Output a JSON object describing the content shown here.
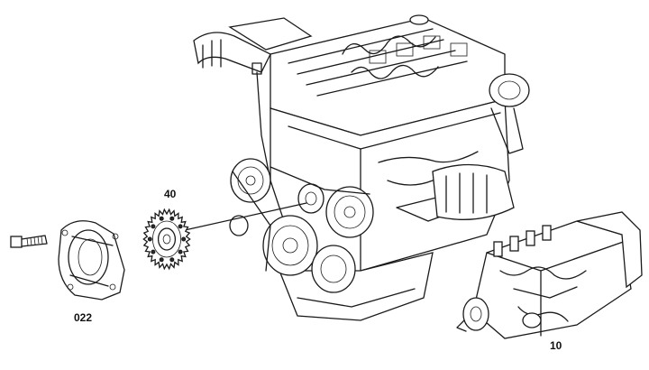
{
  "figure": {
    "labels": {
      "part_40": "40",
      "part_022": "022",
      "part_10": "10"
    }
  },
  "colors": {
    "ink": "#1a1a1a",
    "background": "#ffffff"
  }
}
